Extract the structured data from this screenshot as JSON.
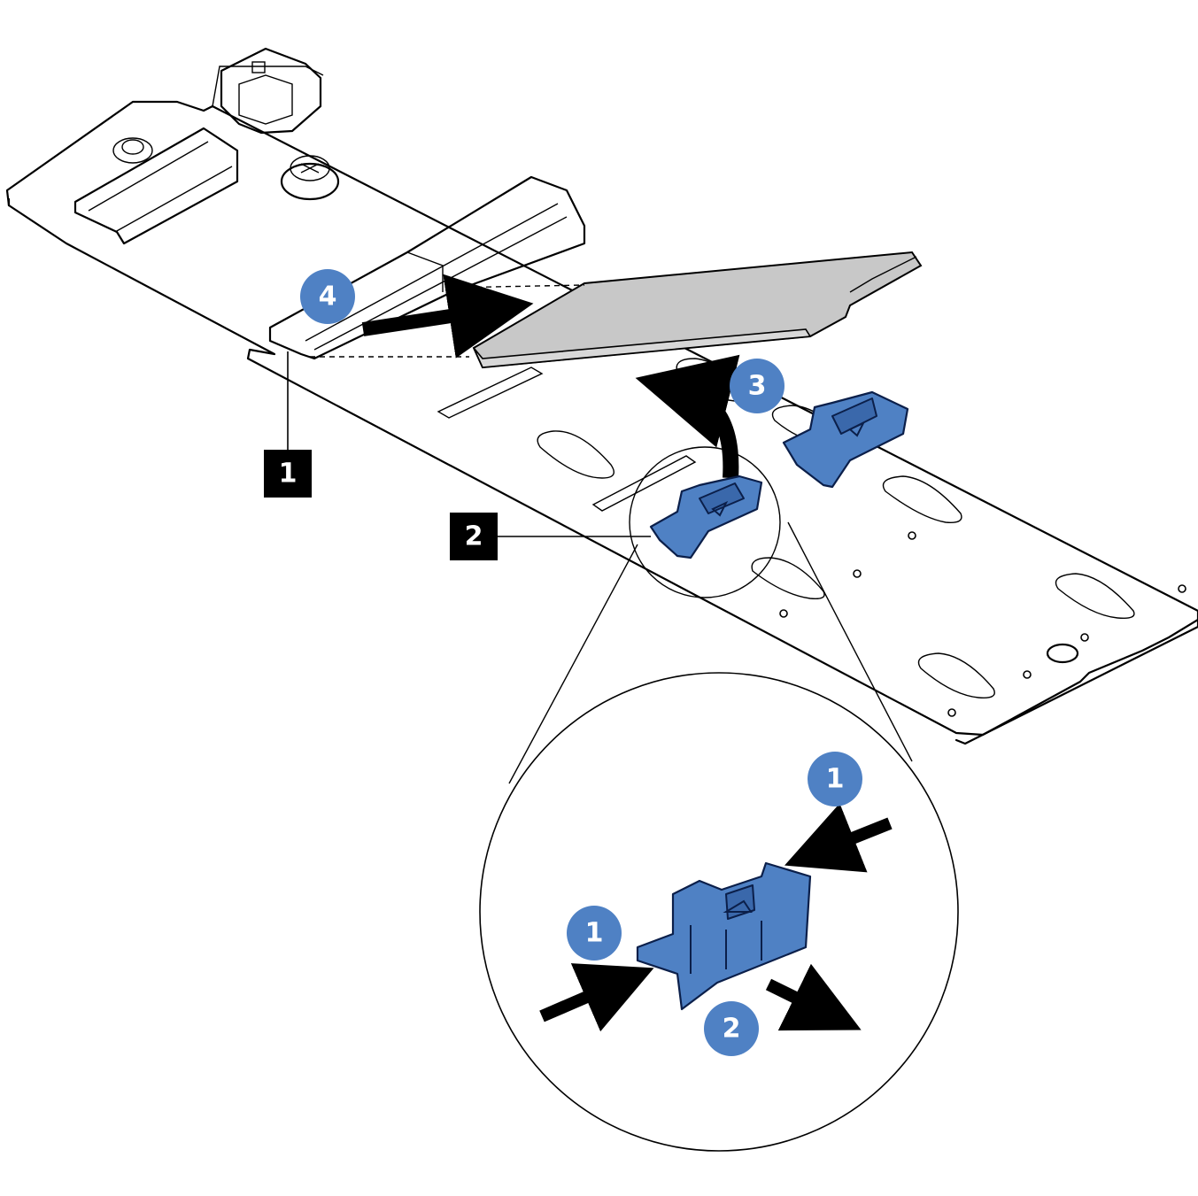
{
  "callouts": [
    {
      "id": "connector",
      "label": "1"
    },
    {
      "id": "retainer",
      "label": "2"
    }
  ],
  "steps_main": [
    {
      "id": "step-3",
      "label": "3"
    },
    {
      "id": "step-4",
      "label": "4"
    }
  ],
  "steps_detail": [
    {
      "id": "step-1-top",
      "label": "1"
    },
    {
      "id": "step-1-left",
      "label": "1"
    },
    {
      "id": "step-2",
      "label": "2"
    }
  ],
  "colors": {
    "step_circle": "#4f81c4",
    "clip": "#4f81c4",
    "drive": "#c8c8c8",
    "callout_box": "#000000"
  }
}
